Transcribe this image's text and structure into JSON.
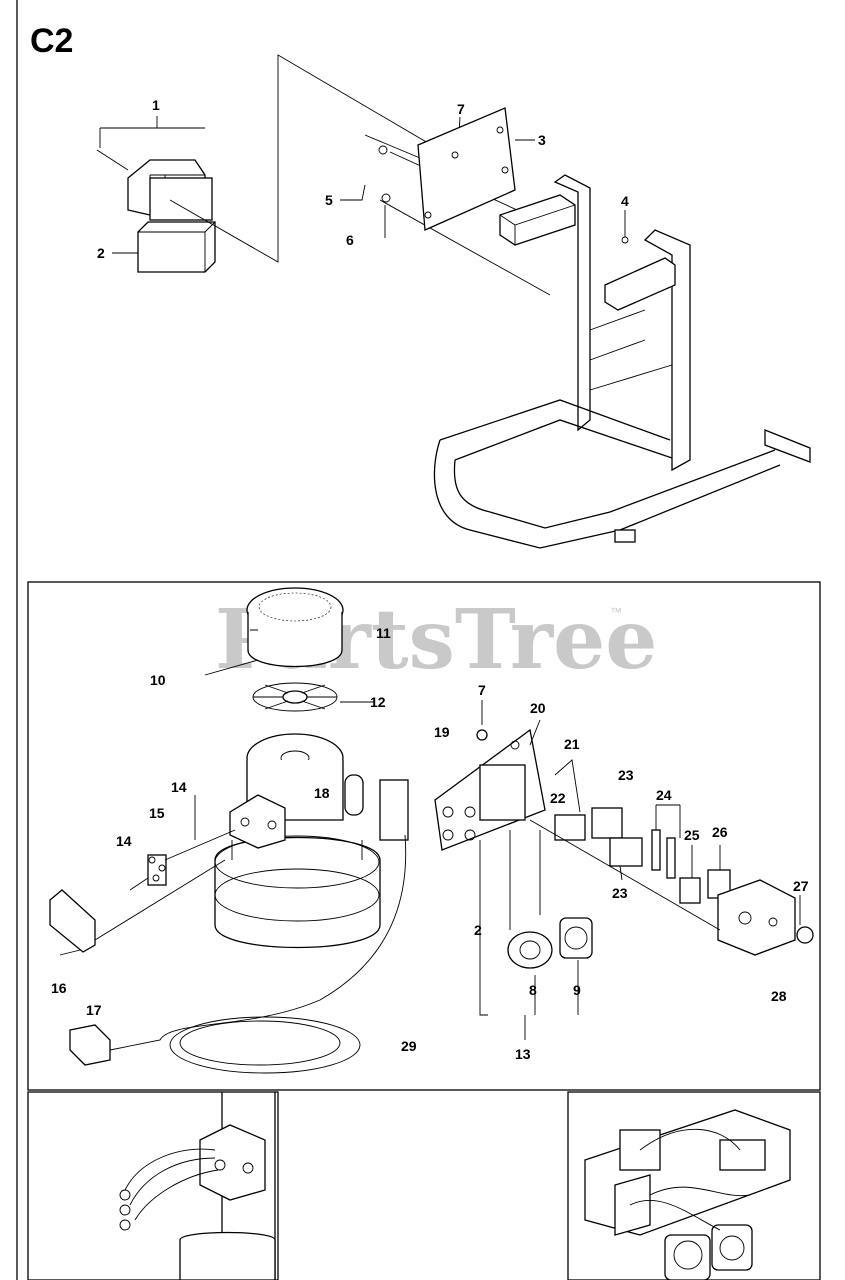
{
  "sheet": {
    "label": "C2"
  },
  "watermark": {
    "text": "PartsTree",
    "trademark": "™"
  },
  "callouts": {
    "upper": [
      {
        "id": "u1",
        "text": "1"
      },
      {
        "id": "u2",
        "text": "2"
      },
      {
        "id": "u7",
        "text": "7"
      },
      {
        "id": "u3",
        "text": "3"
      },
      {
        "id": "u4",
        "text": "4"
      },
      {
        "id": "u5",
        "text": "5"
      },
      {
        "id": "u6",
        "text": "6"
      }
    ],
    "lower": [
      {
        "id": "l11",
        "text": "11"
      },
      {
        "id": "l10",
        "text": "10"
      },
      {
        "id": "l12",
        "text": "12"
      },
      {
        "id": "l7",
        "text": "7"
      },
      {
        "id": "l20",
        "text": "20"
      },
      {
        "id": "l19",
        "text": "19"
      },
      {
        "id": "l21",
        "text": "21"
      },
      {
        "id": "l23a",
        "text": "23"
      },
      {
        "id": "l14a",
        "text": "14"
      },
      {
        "id": "l18",
        "text": "18"
      },
      {
        "id": "l22",
        "text": "22"
      },
      {
        "id": "l24",
        "text": "24"
      },
      {
        "id": "l15",
        "text": "15"
      },
      {
        "id": "l14b",
        "text": "14"
      },
      {
        "id": "l25",
        "text": "25"
      },
      {
        "id": "l26",
        "text": "26"
      },
      {
        "id": "l23b",
        "text": "23"
      },
      {
        "id": "l27",
        "text": "27"
      },
      {
        "id": "l2",
        "text": "2"
      },
      {
        "id": "l8",
        "text": "8"
      },
      {
        "id": "l9",
        "text": "9"
      },
      {
        "id": "l16",
        "text": "16"
      },
      {
        "id": "l28",
        "text": "28"
      },
      {
        "id": "l17",
        "text": "17"
      },
      {
        "id": "l29",
        "text": "29"
      },
      {
        "id": "l13",
        "text": "13"
      }
    ]
  },
  "colors": {
    "line": "#000000",
    "background": "#ffffff",
    "watermark": "#c9c9c9"
  }
}
